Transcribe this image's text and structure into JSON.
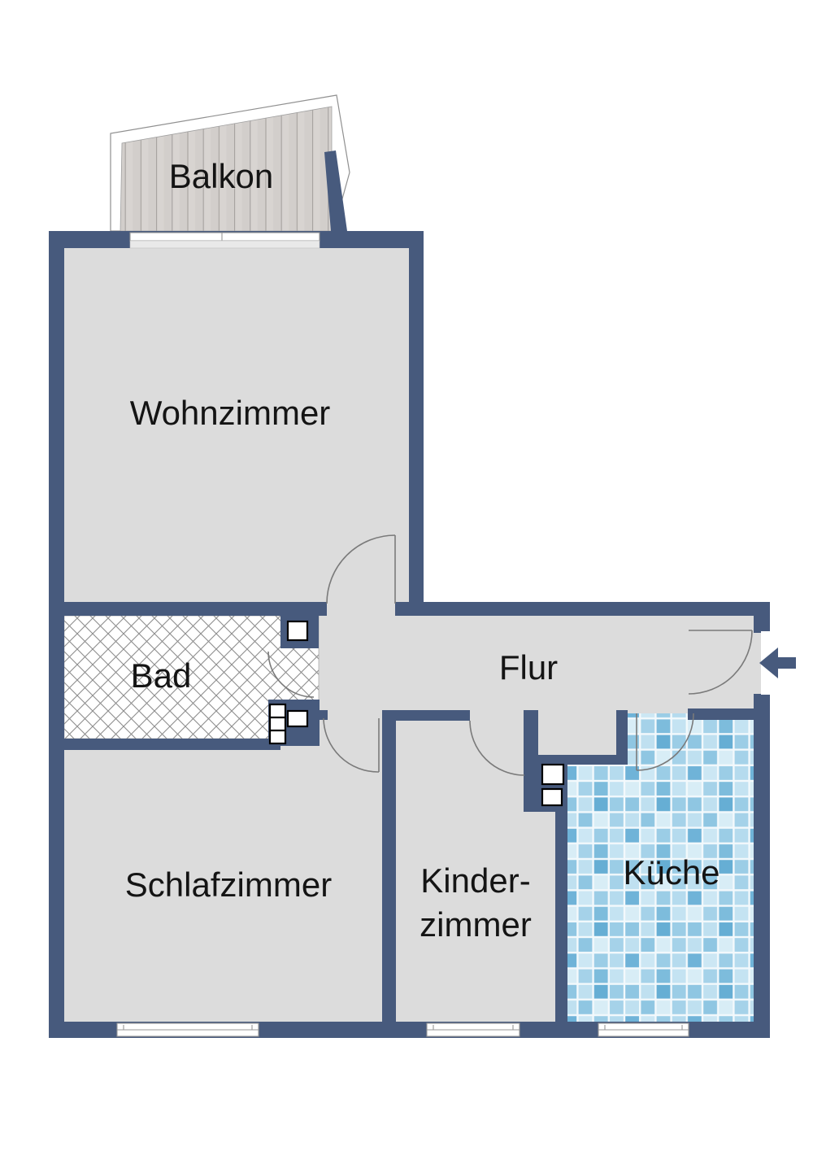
{
  "floorplan": {
    "rooms": {
      "balkon": {
        "label": "Balkon"
      },
      "wohnzimmer": {
        "label": "Wohnzimmer"
      },
      "bad": {
        "label": "Bad"
      },
      "flur": {
        "label": "Flur"
      },
      "schlafzimmer": {
        "label": "Schlafzimmer"
      },
      "kinderzimmer": {
        "label_line1": "Kinder-",
        "label_line2": "zimmer"
      },
      "kueche": {
        "label": "Küche"
      }
    },
    "colors": {
      "wall": "#475a7d",
      "floor": "#dcdcdc",
      "bad_floor": "#ffffff",
      "hatch_line": "#8d8d8d",
      "balcony_deck": "#d8d4d1",
      "tile_grout": "#f3f9fc",
      "tile_blue_light": "#d8edf6",
      "tile_blue_mid": "#9bcde6",
      "tile_blue_deep": "#6fb3d8",
      "label": "#141414"
    },
    "entrance": {
      "arrow_direction": "left"
    }
  }
}
